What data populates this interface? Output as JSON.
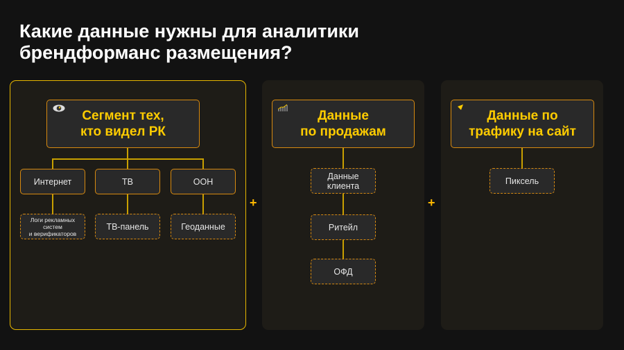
{
  "title": [
    "Какие данные нужны для аналитики",
    "брендформанс размещения?"
  ],
  "panel1": {
    "head": [
      "Сегмент тех,",
      "кто видел РК"
    ],
    "icon": "eye-icon",
    "level2": [
      "Интернет",
      "ТВ",
      "ООН"
    ],
    "level3": [
      [
        "Логи рекламных",
        "систем",
        "и верификаторов"
      ],
      "ТВ-панель",
      "Геоданные"
    ]
  },
  "panel2": {
    "head": [
      "Данные",
      "по продажам"
    ],
    "icon": "chart-bars-icon",
    "items": [
      [
        "Данные",
        "клиента"
      ],
      "Ритейл",
      "ОФД"
    ]
  },
  "panel3": {
    "head": [
      "Данные по",
      "трафику на сайт"
    ],
    "icon": "cursor-icon",
    "items": [
      "Пиксель"
    ]
  },
  "plus": "+",
  "colors": {
    "accent": "#ffcc00",
    "border": "#d88a10",
    "bg": "#121212"
  }
}
